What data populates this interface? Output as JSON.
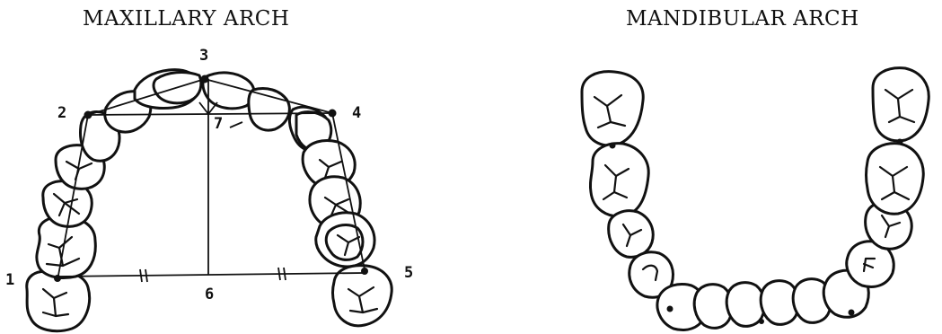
{
  "titles": {
    "maxillary": "MAXILLARY ARCH",
    "mandibular": "MANDIBULAR ARCH"
  },
  "points": {
    "p1": "1",
    "p2": "2",
    "p3": "3",
    "p4": "4",
    "p5": "5",
    "p6": "6",
    "p7": "7"
  },
  "colors": {
    "ink": "#111111",
    "background": "#ffffff"
  }
}
